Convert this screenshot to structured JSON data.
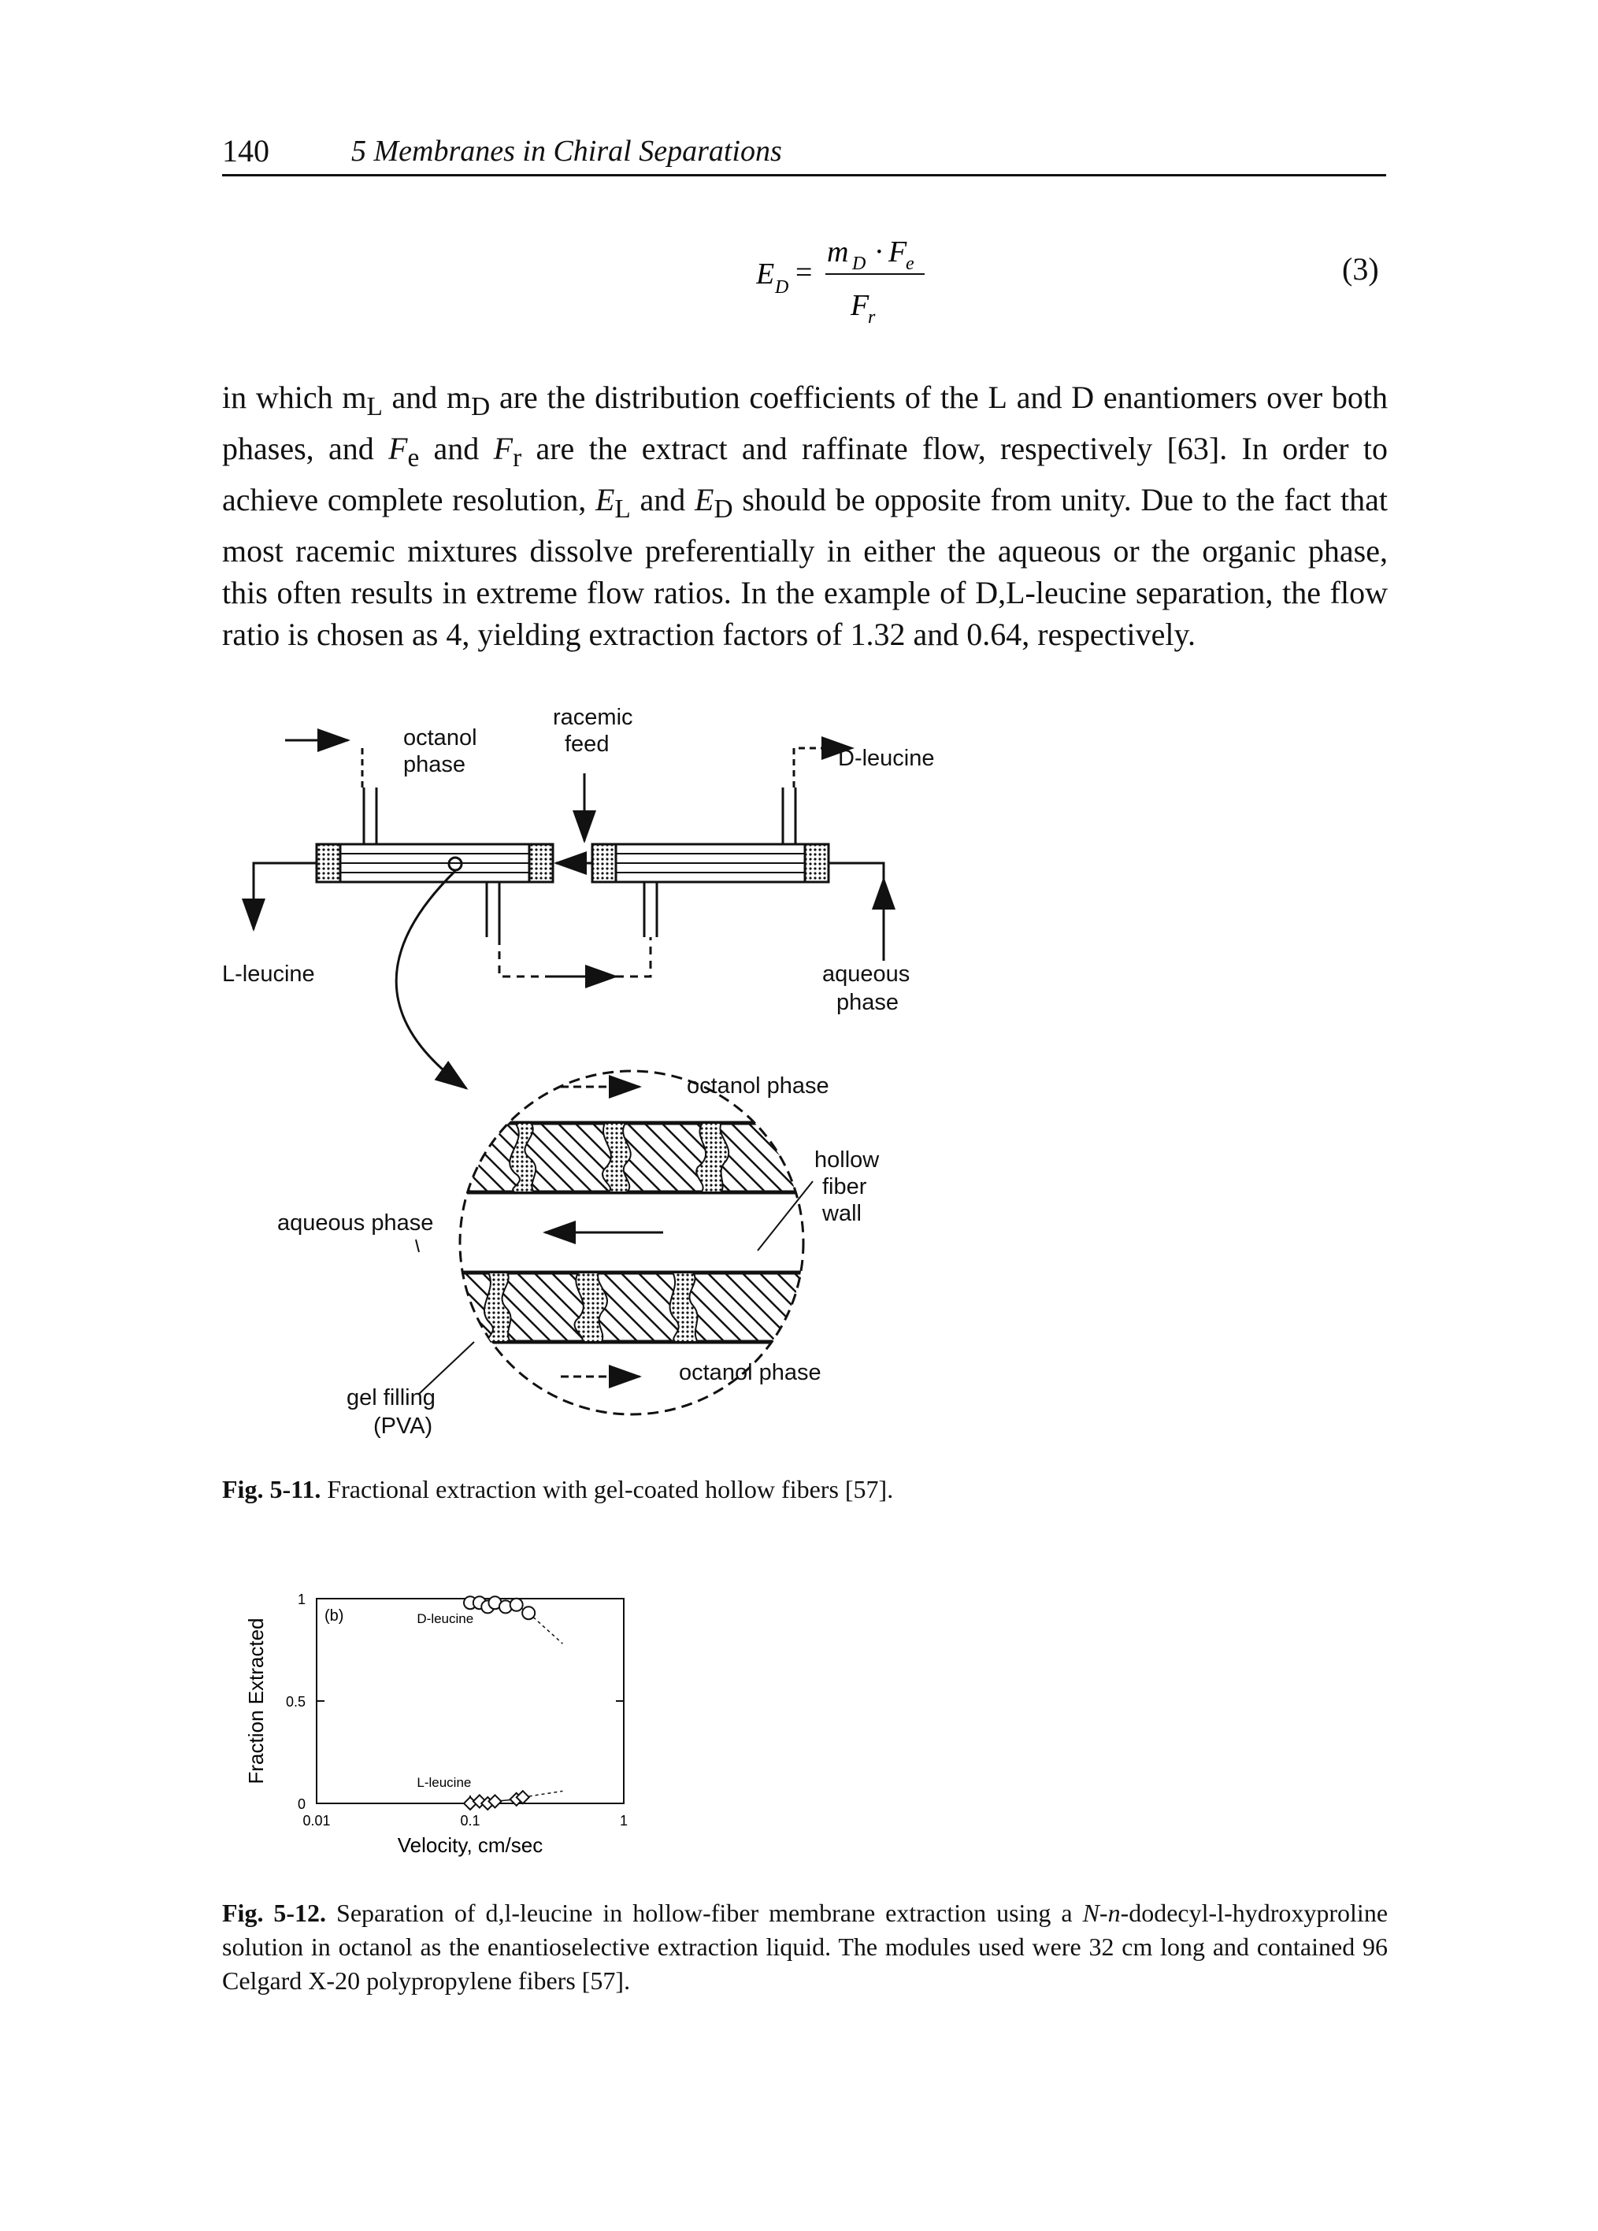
{
  "header": {
    "page_number": "140",
    "running_title": "5 Membranes in Chiral Separations"
  },
  "equation": {
    "lhs_symbol": "E",
    "lhs_sub": "D",
    "equals": "=",
    "num_m": "m",
    "num_m_sub": "D",
    "num_dot": "·",
    "num_F": "F",
    "num_F_sub": "e",
    "den_F": "F",
    "den_F_sub": "r",
    "number": "(3)"
  },
  "paragraph": {
    "s1": "in which m",
    "s1_sub": "L",
    "s2": " and m",
    "s2_sub": "D",
    "s3": " are the distribution coefficients of the ",
    "sc_L": "L",
    "s4": " and ",
    "sc_D": "D",
    "s5": " enantiomers over both phases, and ",
    "Fe": "F",
    "Fe_sub": "e",
    "s6": " and ",
    "Fr": "F",
    "Fr_sub": "r",
    "s7": " are the extract and raffinate flow, respectively [63]. In order to achieve complete resolution, ",
    "EL": "E",
    "EL_sub": "L",
    "s8": " and ",
    "ED": "E",
    "ED_sub": "D",
    "s9": " should be opposite from unity. Due to the fact that most racemic mixtures dissolve preferentially in either the aqueous or the organic phase, this often results in extreme flow ratios. In the example of ",
    "sc_DL": "D,L",
    "s10": "-leucine separation, the flow ratio is chosen as 4, yielding extraction factors of 1.32 and 0.64, respectively."
  },
  "fig11": {
    "labels": {
      "octanol_phase_in": [
        "octanol",
        "phase"
      ],
      "racemic_feed": [
        "racemic",
        "feed"
      ],
      "d_leucine": "D-leucine",
      "l_leucine": "L-leucine",
      "aqueous_phase_in": [
        "aqueous",
        "phase"
      ],
      "octanol_phase_top": "octanol phase",
      "hollow_fiber_wall": [
        "hollow",
        "fiber",
        "wall"
      ],
      "aqueous_phase": "aqueous phase",
      "octanol_phase_bottom": "octanol  phase",
      "gel_filling": [
        "gel  filling",
        "(PVA)"
      ]
    },
    "caption_label": "Fig. 5-11.",
    "caption_text": " Fractional extraction with gel-coated hollow fibers [57]."
  },
  "fig12": {
    "caption_label": "Fig. 5-12.",
    "caption_text_1": " Separation of d,l-leucine in hollow-fiber membrane extraction using a ",
    "caption_italic": "N-n",
    "caption_text_2": "-dodecyl-l-hydroxyproline solution in octanol as the enantioselective extraction liquid. The modules used were 32 cm long and contained 96 Celgard X-20 polypropylene fibers [57]."
  },
  "chart_data": {
    "type": "scatter",
    "panel_label": "(b)",
    "xlabel": "Velocity,  cm/sec",
    "ylabel": "Fraction Extracted",
    "x_scale": "log",
    "xlim": [
      0.01,
      1
    ],
    "ylim": [
      0,
      1
    ],
    "x_tick_labels": [
      "0.01",
      "0.1",
      "1"
    ],
    "y_tick_labels": [
      "0",
      "0.5",
      "1"
    ],
    "grid": false,
    "series": [
      {
        "name": "D-leucine",
        "x": [
          0.1,
          0.115,
          0.13,
          0.145,
          0.17,
          0.2,
          0.24
        ],
        "y": [
          0.98,
          0.98,
          0.96,
          0.98,
          0.96,
          0.97,
          0.93
        ]
      },
      {
        "name": "L-leucine",
        "x": [
          0.1,
          0.115,
          0.13,
          0.145,
          0.2,
          0.22
        ],
        "y": [
          0.0,
          0.01,
          0.0,
          0.01,
          0.02,
          0.03
        ]
      }
    ]
  }
}
